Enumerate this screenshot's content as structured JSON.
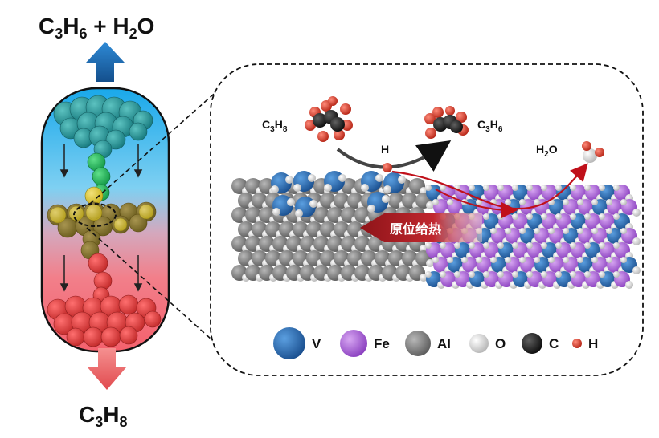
{
  "top_label": {
    "base1": "C",
    "sub1": "3",
    "base2": "H",
    "sub2": "6",
    "rest": " + H",
    "sub3": "2",
    "tail": "O"
  },
  "bottom_label": {
    "base1": "C",
    "sub1": "3",
    "base2": "H",
    "sub2": "8"
  },
  "inset": {
    "reactant": {
      "base1": "C",
      "sub1": "3",
      "base2": "H",
      "sub2": "8"
    },
    "product": {
      "base1": "C",
      "sub1": "3",
      "base2": "H",
      "sub2": "6"
    },
    "hydrogen": "H",
    "water": {
      "base1": "H",
      "sub1": "2",
      "base2": "O"
    },
    "heat_banner": "原位给热"
  },
  "legend": [
    {
      "symbol": "V",
      "color": "#1f5fa3"
    },
    {
      "symbol": "Fe",
      "color": "#9b59c9"
    },
    {
      "symbol": "Al",
      "color": "#7a7a7a"
    },
    {
      "symbol": "O",
      "color": "#e8e8e8"
    },
    {
      "symbol": "C",
      "color": "#1a1a1a"
    },
    {
      "symbol": "H",
      "color": "#c0392b"
    }
  ],
  "colors": {
    "reactor_top": "#1ea9e8",
    "reactor_bottom": "#f4616d",
    "arrow_up": "#1f6fb5",
    "arrow_down": "#d9434a",
    "banner": "#b2262d",
    "path_arrow": "#c0101a"
  }
}
